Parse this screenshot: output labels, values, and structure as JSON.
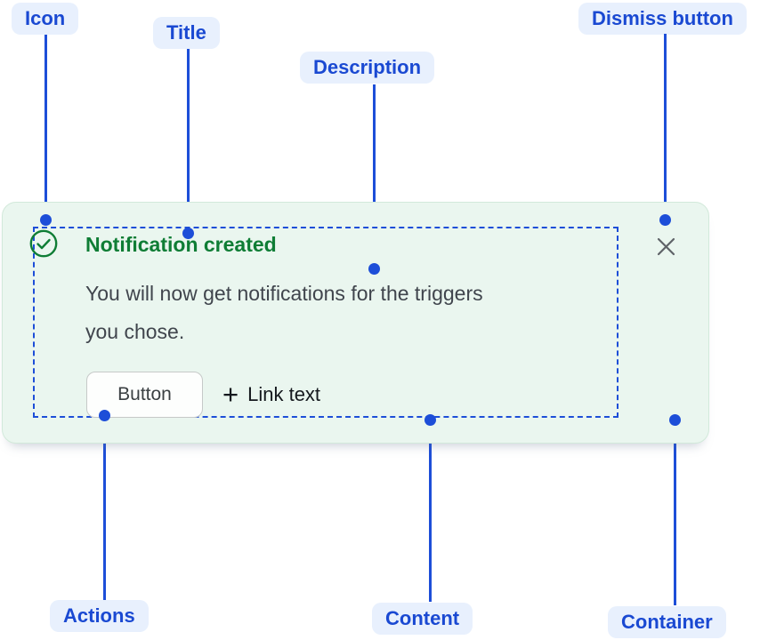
{
  "colors": {
    "annotation_blue": "#1d4ed8",
    "annotation_pill_bg": "#e8f0fd",
    "annotation_pill_text": "#1a49d2",
    "card_bg": "#eaf6ef",
    "card_border": "#d2e9da",
    "success_green": "#0f7d35",
    "body_text": "#40454d",
    "dismiss_gray": "#5f6368"
  },
  "annotations": {
    "icon": "Icon",
    "title": "Title",
    "description": "Description",
    "dismiss": "Dismiss button",
    "actions": "Actions",
    "content": "Content",
    "container": "Container"
  },
  "notification": {
    "icon_name": "check-circle-icon",
    "title": "Notification created",
    "description_lines": {
      "0": "You will now get notifications for the triggers",
      "1": "you chose."
    },
    "actions": {
      "button_label": "Button",
      "link_plus": "+",
      "link_label": "Link text"
    },
    "dismiss_icon_name": "close-icon"
  }
}
